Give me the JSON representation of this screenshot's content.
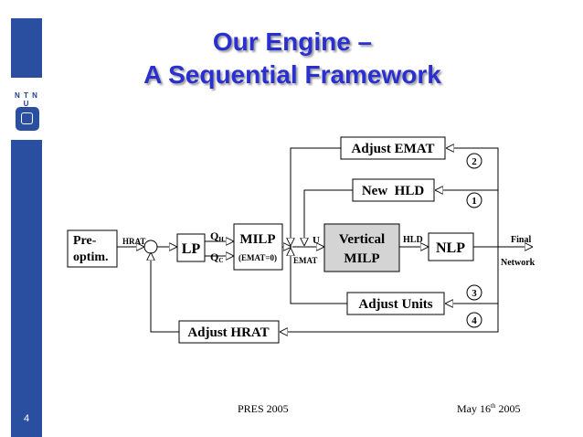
{
  "slide": {
    "title_line1": "Our Engine –",
    "title_line2": "A Sequential Framework",
    "sidebar_label": "N T N U",
    "page_number": "4",
    "footer_center": "PRES 2005",
    "footer_date_main": "May 16",
    "footer_date_sup": "th",
    "footer_date_year": " 2005"
  },
  "diagram": {
    "preoptim_line1": "Pre-",
    "preoptim_line2": "optim.",
    "hrat_label": "HRAT",
    "lp_label": "LP",
    "qh_main": "Q",
    "qh_sub": "H",
    "qc_main": "Q",
    "qc_sub": "C",
    "milp_label": "MILP",
    "milp_sub": "(EMAT=0)",
    "u_label": "U",
    "emat_label": "EMAT",
    "vertical_milp_line1": "Vertical",
    "vertical_milp_line2": "MILP",
    "hld_label": "HLD",
    "nlp_label": "NLP",
    "final_line1": "Final",
    "final_line2": "Network",
    "adjust_emat_label": "Adjust EMAT",
    "new_hld_label": "New  HLD",
    "adjust_units_label": "Adjust Units",
    "adjust_hrat_label": "Adjust HRAT",
    "loop_1": "1",
    "loop_2": "2",
    "loop_3": "3",
    "loop_4": "4"
  }
}
